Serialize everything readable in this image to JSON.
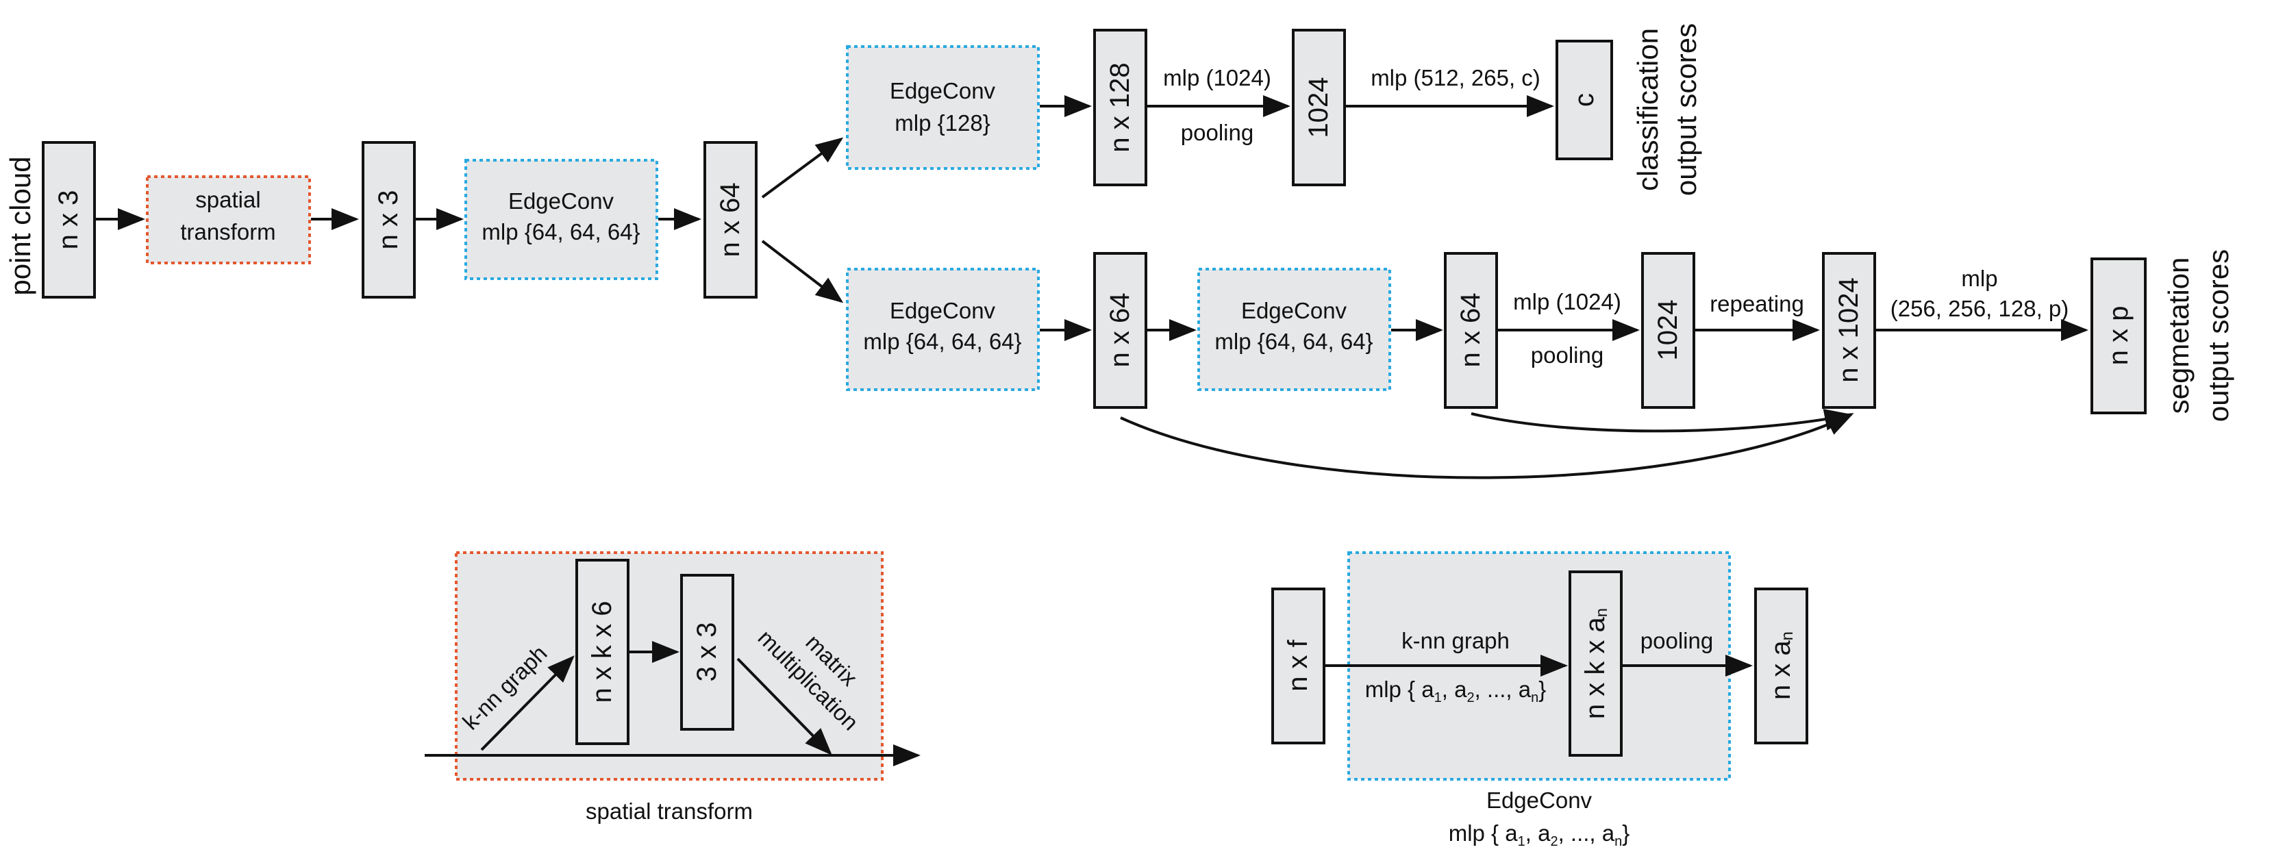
{
  "main": {
    "point_cloud": "point cloud",
    "input_nx3": "n x 3",
    "spatial_transform_l1": "spatial",
    "spatial_transform_l2": "transform",
    "after_transform": "n x 3",
    "edgeconv1_title": "EdgeConv",
    "edgeconv1_mlp": "mlp {64, 64, 64}",
    "feat_nx64": "n x 64"
  },
  "classification": {
    "edgeconv_title": "EdgeConv",
    "edgeconv_mlp": "mlp {128}",
    "feat_nx128": "n x 128",
    "mlp_label": "mlp (1024)",
    "pooling_label": "pooling",
    "global_1024": "1024",
    "mlp2_label": "mlp (512, 265, c)",
    "output_c": "c",
    "scores_l1": "classification",
    "scores_l2": "output scores"
  },
  "segmentation": {
    "edgeconv_a_title": "EdgeConv",
    "edgeconv_a_mlp": "mlp {64, 64, 64}",
    "feat_a": "n x 64",
    "edgeconv_b_title": "EdgeConv",
    "edgeconv_b_mlp": "mlp {64, 64, 64}",
    "feat_b": "n x 64",
    "mlp_label": "mlp (1024)",
    "pooling_label": "pooling",
    "global_1024": "1024",
    "repeating_label": "repeating",
    "concat_nx1024": "n x 1024",
    "mlp2_label_l1": "mlp",
    "mlp2_label_l2": "(256, 256, 128, p)",
    "output_nxp": "n x p",
    "scores_l1": "segmetation",
    "scores_l2": "output scores"
  },
  "spatial_detail": {
    "knn_label": "k-nn graph",
    "nxkx6": "n x k x 6",
    "three_by_three": "3 x 3",
    "matrix_l1": "matrix",
    "matrix_l2": "multiplication",
    "caption": "spatial transform"
  },
  "edgeconv_detail": {
    "input_nxf": "n x f",
    "knn_label": "k-nn graph",
    "mlp_prefix": "mlp { a",
    "mlp_mid1": ", a",
    "mlp_mid2": ", ..., a",
    "mlp_suffix": "}",
    "sub_1": "1",
    "sub_2": "2",
    "sub_n": "n",
    "nkx_prefix": "n x k x a",
    "pooling_label": "pooling",
    "out_prefix": "n x a",
    "caption_title": "EdgeConv"
  },
  "colors": {
    "box_fill": "#e6e7e8",
    "spatial_transform_border": "#e4572e",
    "edgeconv_border": "#29a9e0"
  }
}
